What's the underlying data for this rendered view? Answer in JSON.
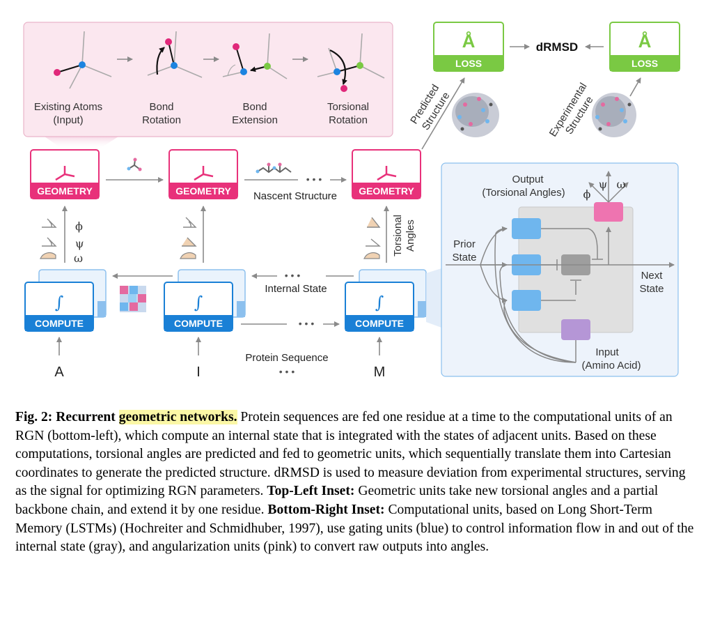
{
  "inset_top": {
    "steps": [
      {
        "label_line1": "Existing Atoms",
        "label_line2": "(Input)"
      },
      {
        "label_line1": "Bond",
        "label_line2": "Rotation"
      },
      {
        "label_line1": "Bond",
        "label_line2": "Extension"
      },
      {
        "label_line1": "Torsional",
        "label_line2": "Rotation"
      }
    ]
  },
  "loss": {
    "symbol": "Å",
    "label": "LOSS",
    "metric": "dRMSD",
    "predicted_label_line1": "Predicted",
    "predicted_label_line2": "Structure",
    "experimental_label_line1": "Experimental",
    "experimental_label_line2": "Structure"
  },
  "geometry_label": "GEOMETRY",
  "compute_label": "COMPUTE",
  "compute_symbol": "∫",
  "nascent_structure": "Nascent Structure",
  "internal_state": "Internal State",
  "protein_sequence": "Protein Sequence",
  "ellipsis": "• • •",
  "angle_symbols": {
    "phi": "ϕ",
    "psi": "ψ",
    "omega": "ω"
  },
  "torsional_angles_line1": "Torsional",
  "torsional_angles_line2": "Angles",
  "residues": [
    "A",
    "I",
    "M"
  ],
  "inset_lstm": {
    "output_line1": "Output",
    "output_line2": "(Torsional Angles)",
    "prior_line1": "Prior",
    "prior_line2": "State",
    "next_line1": "Next",
    "next_line2": "State",
    "input_line1": "Input",
    "input_line2": "(Amino Acid)"
  },
  "colors": {
    "geometry": "#e8317a",
    "compute": "#1a80d6",
    "loss": "#7ac943",
    "gate_blue": "#6fb6ee",
    "gate_pink": "#ee74b0",
    "gate_gray": "#9e9e9e",
    "input_purple": "#b596d6"
  },
  "caption": {
    "fig_label": "Fig. 2: Recurrent ",
    "fig_highlight": "geometric networks.",
    "text1": " Protein sequences are fed one residue at a time to the computational units of an RGN (bottom-left), which compute an internal state that is integrated with the states of adjacent units. Based on these computations, torsional angles are predicted and fed to geometric units, which sequentially translate them into Cartesian coordinates to generate the predicted structure. dRMSD is used to measure deviation from experimental structures, serving as the signal for optimizing RGN parameters. ",
    "bold2": "Top-Left Inset:",
    "text2": " Geometric units take new torsional angles and a partial backbone chain, and extend it by one residue. ",
    "bold3": "Bottom-Right Inset:",
    "text3": " Computational units, based on Long Short-Term Memory (LSTMs) (Hochreiter and Schmidhuber, 1997), use gating units (blue) to control information flow in and out of the internal state (gray), and angularization units (pink) to convert raw outputs into angles."
  }
}
